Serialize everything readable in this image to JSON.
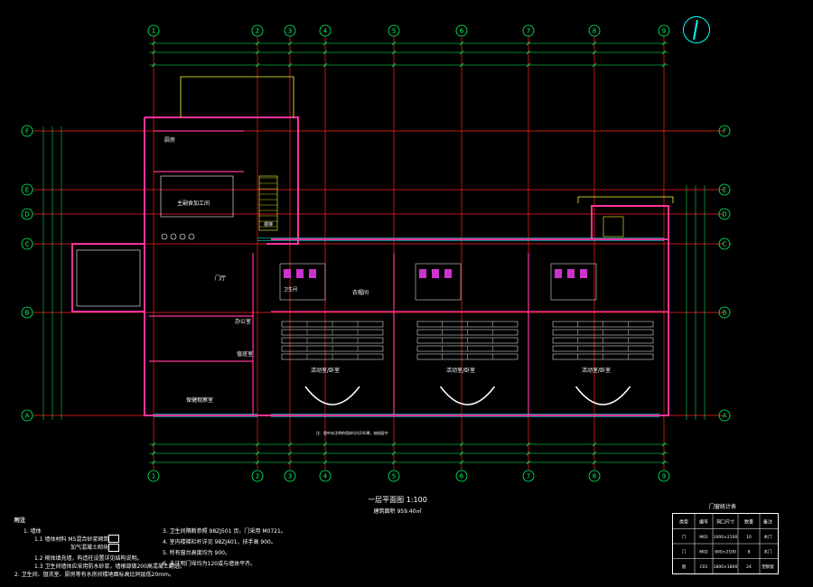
{
  "drawing": {
    "title": "一层平面图 1:100",
    "area_note": "建筑面积 959.40㎡",
    "grid_columns": [
      "1",
      "2",
      "3",
      "4",
      "5",
      "6",
      "7",
      "8",
      "9"
    ],
    "grid_rows": [
      "A",
      "B",
      "C",
      "D",
      "E",
      "F"
    ],
    "rooms": {
      "canteen": "厨房",
      "main_cooking": "主副食加工间",
      "lobby": "门厅",
      "activity_1": "活动室/卧室",
      "activity_2": "活动室/卧室",
      "activity_3": "活动室/卧室",
      "toilet": "卫生间",
      "storage": "衣帽间",
      "office": "办公室",
      "duty": "值班室",
      "medical": "保健观察室",
      "stair": "楼梯"
    },
    "dim_note_bottom": "注：图中未注明的墙体均为240厚，轴线居中"
  },
  "notes": {
    "header": "附注",
    "left": [
      "1.  墙体",
      "1.1 墙体材料    M5混合砂浆砌筑",
      "加气混凝土砌块",
      "1.2 砌体填充墙，构造柱设置详见结构说明。",
      "1.3 卫生间墙体应采用防水砂浆，墙根部做200高混凝土翻边。",
      "2. 卫生间、盥洗室、厨房等有水房间楼地面标高比同层低20mm。"
    ],
    "right": [
      "3.  卫生间隔断参照 98ZJ501 页，门采用 M0721。",
      "4.  室内楼梯栏杆详见 98ZJ401，扶手高 900。",
      "5.  所有窗台高度均为 900。",
      "6.  未注明门垛均为120或与墙体平齐。"
    ]
  },
  "door_window_table": {
    "title": "门窗统计表",
    "headers": [
      "类型",
      "编号",
      "洞口尺寸",
      "数量",
      "备注"
    ],
    "rows": [
      [
        "门",
        "M01",
        "1000×2100",
        "10",
        "木门"
      ],
      [
        "门",
        "M02",
        "900×2100",
        "8",
        "木门"
      ],
      [
        "窗",
        "C01",
        "1800×1800",
        "24",
        "塑钢窗"
      ]
    ]
  },
  "colors": {
    "wall": "#ff3399",
    "grid_line": "#ff2020",
    "dimension": "#00ff66",
    "axis_bubble": "#00ff66",
    "window": "#00ffff",
    "furniture": "#ffffff",
    "hatch": "#ffff33"
  },
  "north_arrow_icon": "north-arrow-icon"
}
